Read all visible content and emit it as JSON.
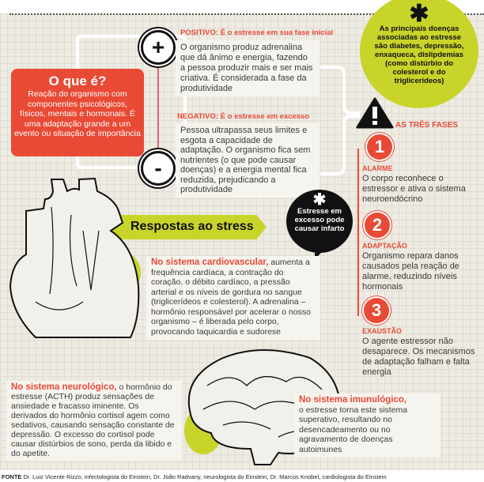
{
  "what_is": {
    "title": "O que é?",
    "text": "Reação do organismo com componentes psicológicos, físicos, mentais e hormonais. É uma adaptação grande a um evento ou situação de importância"
  },
  "positive": {
    "sign": "+",
    "label": "POSITIVO: É o estresse em sua fase inicial",
    "text": "O organismo produz adrenalina que dá ânimo e energia, fazendo a pessoa produzir mais e ser mais criativa. É considerada a fase da produtividade"
  },
  "negative": {
    "sign": "-",
    "label": "NEGATIVO: É o estresse em excesso",
    "text": "Pessoa ultrapassa seus limites e esgota a capacidade de adaptação. O organismo fica sem nutrientes (o que pode causar doenças) e a energia mental fica reduzida, prejudicando a produtividade"
  },
  "diseases_bubble": {
    "icon": "asterisk-icon",
    "text": "As principais doenças associadas ao estresse são diabetes, depressão, enxaqueca, dislipdemias (como distúrbio do colesterol e do triglicerídeos)"
  },
  "phases": {
    "title": "AS TRÊS FASES",
    "items": [
      {
        "number": "1",
        "name": "ALARME",
        "text": "O corpo reconhece o estressor e ativa o sistema neuroendócrino"
      },
      {
        "number": "2",
        "name": "ADAPTAÇÃO",
        "text": "Organismo repara danos causados pela reação de alarme, reduzindo níveis hormonais"
      },
      {
        "number": "3",
        "name": "EXAUSTÃO",
        "text": "O agente estressor não desaparece. Os mecanismos de adaptação falham e falta energia"
      }
    ]
  },
  "responses_banner": "Respostas ao stress",
  "infarct_bubble": {
    "icon": "asterisk-icon",
    "text": "Estresse em excesso pode causar infarto"
  },
  "cardio": {
    "lead": "No sistema cardiovascular,",
    "text": " aumenta a frequência cardíaca, a contração do coração, o débito cardíaco, a pressão arterial e os níveis de gordura no sangue (triglicerídeos e colesterol). A  adrenalina – hormônio responsável por acelerar o nosso organismo – é liberada pelo corpo, provocando taquicardia e sudorese"
  },
  "neuro": {
    "lead": "No sistema neurológico,",
    "text": " o hormônio do estresse (ACTH) produz sensações de ansiedade e fracasso iminente. Os derivados do hormônio cortisol agem como sedativos, causando sensação constante de depressão. O excesso do cortisol pode causar distúrbios de sono, perda da libido e do apetite."
  },
  "immuno": {
    "lead": "No sistema imunulógico,",
    "text": "o estresse torna este sistema superativo, resultando no desencadeamento ou no agravamento de doenças autoimunes"
  },
  "source": {
    "label": "FONTE",
    "text": " Dr. Luiz Vicente Rizzo, infectologista do Einstein, Dr. João Radvany, neurologista do Einstein, Dr. Marcos Knobel, cardiologista do Einstein"
  },
  "colors": {
    "red": "#e84a36",
    "green": "#c8d42a",
    "black": "#111111"
  }
}
